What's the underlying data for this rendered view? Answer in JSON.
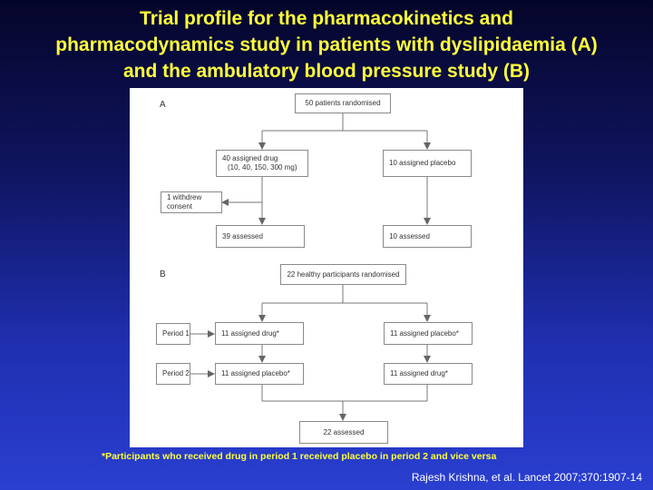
{
  "title": {
    "line1": "Trial profile for the pharmacokinetics and",
    "line2": "pharmacodynamics study in patients with dyslipidaemia (A)",
    "line3": "and the ambulatory blood pressure study (B)"
  },
  "diagram": {
    "part_a": {
      "label": "A",
      "randomised": "50 patients randomised",
      "assigned_drug_line1": "40 assigned drug",
      "assigned_drug_line2": "(10, 40, 150, 300 mg)",
      "assigned_placebo": "10 assigned placebo",
      "withdrew": "1 withdrew consent",
      "drug_assessed": "39 assessed",
      "placebo_assessed": "10 assessed"
    },
    "part_b": {
      "label": "B",
      "randomised": "22 healthy participants randomised",
      "period1": "Period 1",
      "period2": "Period 2",
      "p1_left": "11 assigned drug*",
      "p1_right": "11 assigned placebo*",
      "p2_left": "11 assigned placebo*",
      "p2_right": "11 assigned drug*",
      "assessed": "22 assessed"
    }
  },
  "footnote": "*Participants who received drug in period 1 received placebo in period 2 and vice versa",
  "citation": "Rajesh Krishna, et al. Lancet 2007;370:1907-14"
}
